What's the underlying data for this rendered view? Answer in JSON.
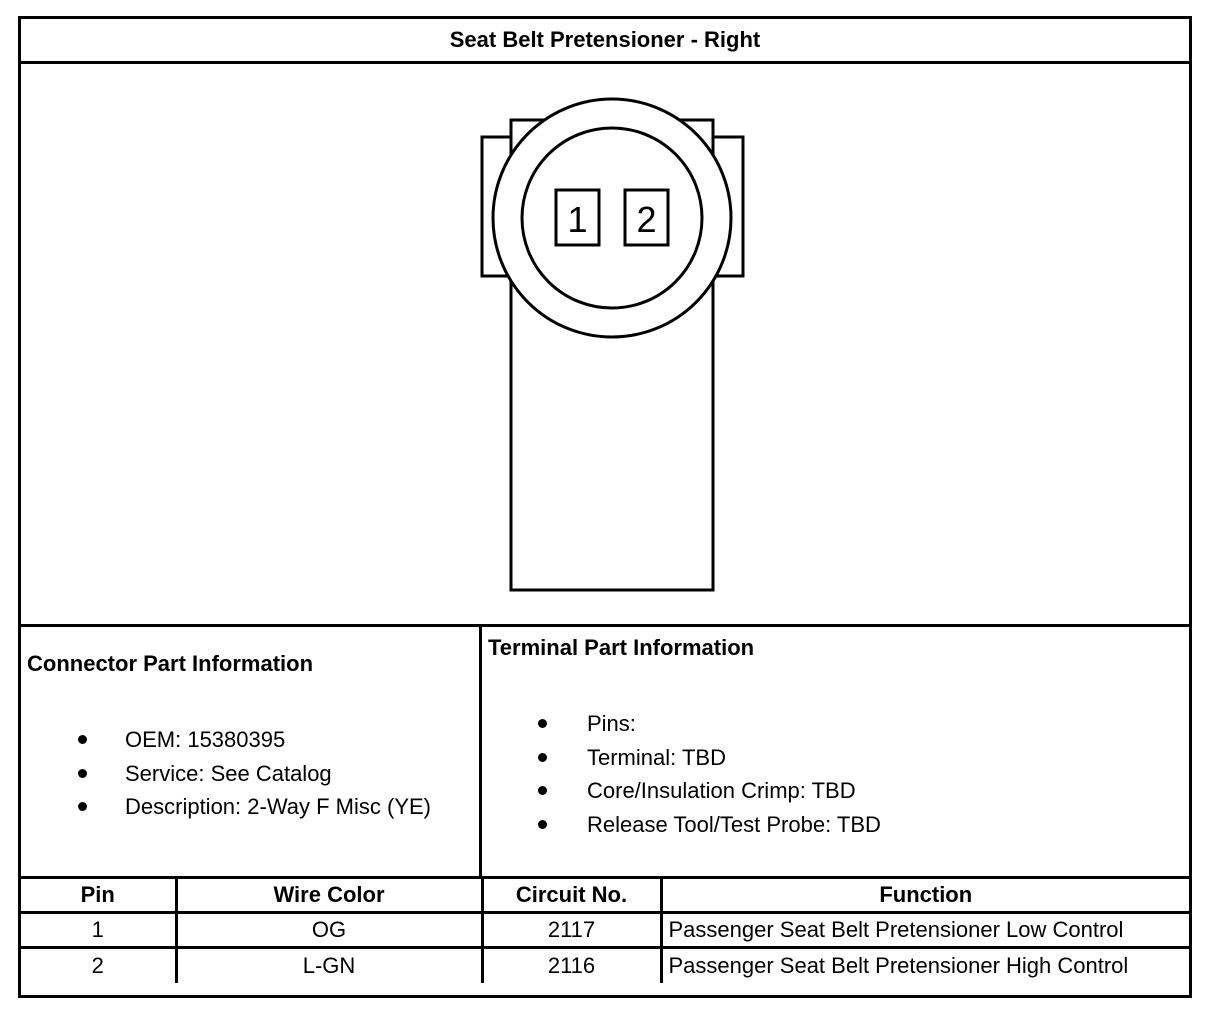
{
  "title": "Seat Belt Pretensioner - Right",
  "connector": {
    "pins": [
      "1",
      "2"
    ]
  },
  "connector_info": {
    "heading": "Connector Part Information",
    "items": [
      "OEM: 15380395",
      "Service: See Catalog",
      "Description: 2-Way F Misc (YE)"
    ]
  },
  "terminal_info": {
    "heading": "Terminal Part Information",
    "items": [
      "Pins:",
      "Terminal: TBD",
      "Core/Insulation Crimp: TBD",
      "Release Tool/Test Probe: TBD"
    ]
  },
  "pin_table": {
    "headers": [
      "Pin",
      "Wire Color",
      "Circuit No.",
      "Function"
    ],
    "rows": [
      [
        "1",
        "OG",
        "2117",
        "Passenger Seat Belt Pretensioner Low Control"
      ],
      [
        "2",
        "L-GN",
        "2116",
        "Passenger Seat Belt Pretensioner High Control"
      ]
    ]
  }
}
